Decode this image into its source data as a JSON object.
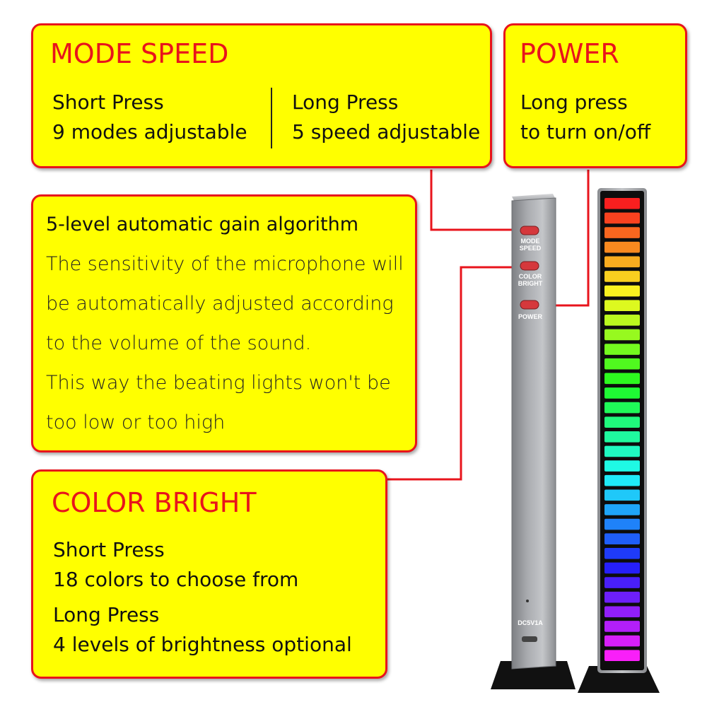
{
  "mode_speed": {
    "title": "MODE SPEED",
    "short_press": "Short Press",
    "short_desc": "9 modes adjustable",
    "long_press": "Long Press",
    "long_desc": "5 speed adjustable"
  },
  "power": {
    "title": "POWER",
    "line1": "Long press",
    "line2": "to turn on/off"
  },
  "gain": {
    "heading": "5-level automatic gain algorithm",
    "lines": [
      "The sensitivity of the microphone will",
      "be automatically adjusted according",
      "to the volume of the sound.",
      "This way the beating lights won't be",
      "too low or too high"
    ]
  },
  "color_bright": {
    "title": "COLOR BRIGHT",
    "short_press": "Short Press",
    "short_desc": "18 colors to choose from",
    "long_press": "Long Press",
    "long_desc": "4 levels of brightness optional"
  },
  "device": {
    "mode_speed_label_1": "MODE",
    "mode_speed_label_2": "SPEED",
    "color_bright_label_1": "COLOR",
    "color_bright_label_2": "BRIGHT",
    "power_label": "POWER",
    "dc_label": "DC5V1A"
  },
  "colors": {
    "accent_red": "#e8141c",
    "box_yellow": "#ffff00"
  },
  "led_segment_count": 32
}
